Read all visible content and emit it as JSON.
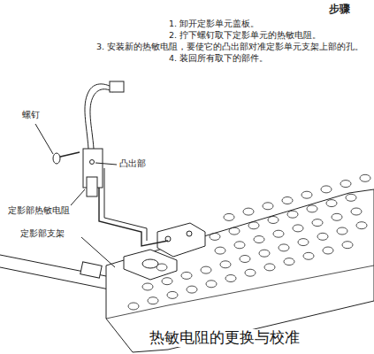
{
  "diagram": {
    "title": "步骤",
    "labels": [
      "1. 卸开定影单元盖板。",
      "2. 拧下螺钉取下定影单元的热敏电阻。",
      "3. 安装新的热敏电阻，要使它的凸出部对准定影单元支架上部的孔。",
      "4. 装回所有取下的部件。",
      "螺钉",
      "凸出部",
      "定影部热敏电阻",
      "定影部支架"
    ],
    "caption": "热敏电阻的更换与校准"
  }
}
